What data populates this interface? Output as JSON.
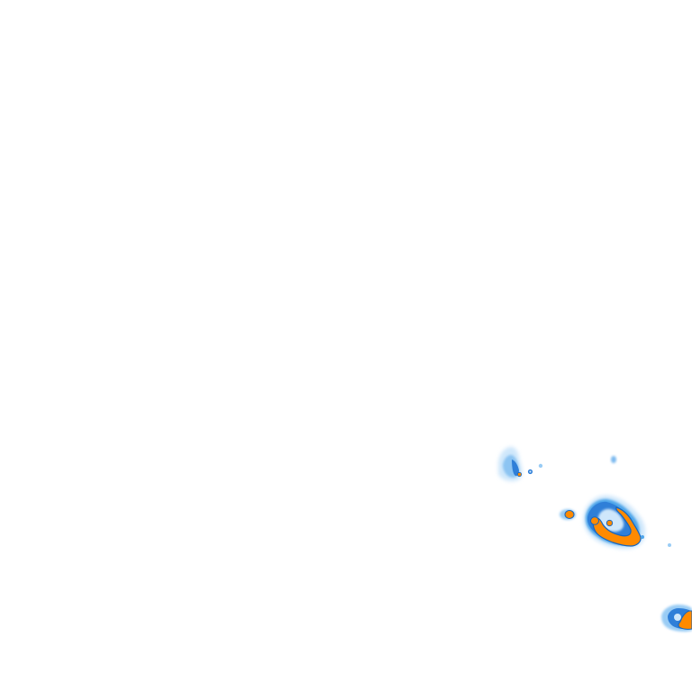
{
  "map": {
    "background_color": "#ffffff",
    "layer": "precipitation-radar-tile",
    "colors": {
      "light": "#cfe7fb",
      "medium_light": "#99ccf5",
      "medium": "#4ea5ea",
      "strong": "#2f7fd8",
      "edge": "#1565c0",
      "heavy": "#ff8a00",
      "heavy_outline": "#cc5e00"
    },
    "cells": [
      {
        "name": "cell-northwest",
        "intensity": [
          "light",
          "medium",
          "heavy"
        ]
      },
      {
        "name": "cell-small-speck",
        "intensity": [
          "medium"
        ]
      },
      {
        "name": "cell-west-small",
        "intensity": [
          "medium",
          "heavy"
        ]
      },
      {
        "name": "cell-ring-main",
        "intensity": [
          "light",
          "medium",
          "strong",
          "heavy"
        ]
      },
      {
        "name": "cell-east-speck",
        "intensity": [
          "light"
        ]
      },
      {
        "name": "cell-southeast-edge",
        "intensity": [
          "light",
          "medium",
          "strong",
          "heavy"
        ]
      }
    ]
  }
}
